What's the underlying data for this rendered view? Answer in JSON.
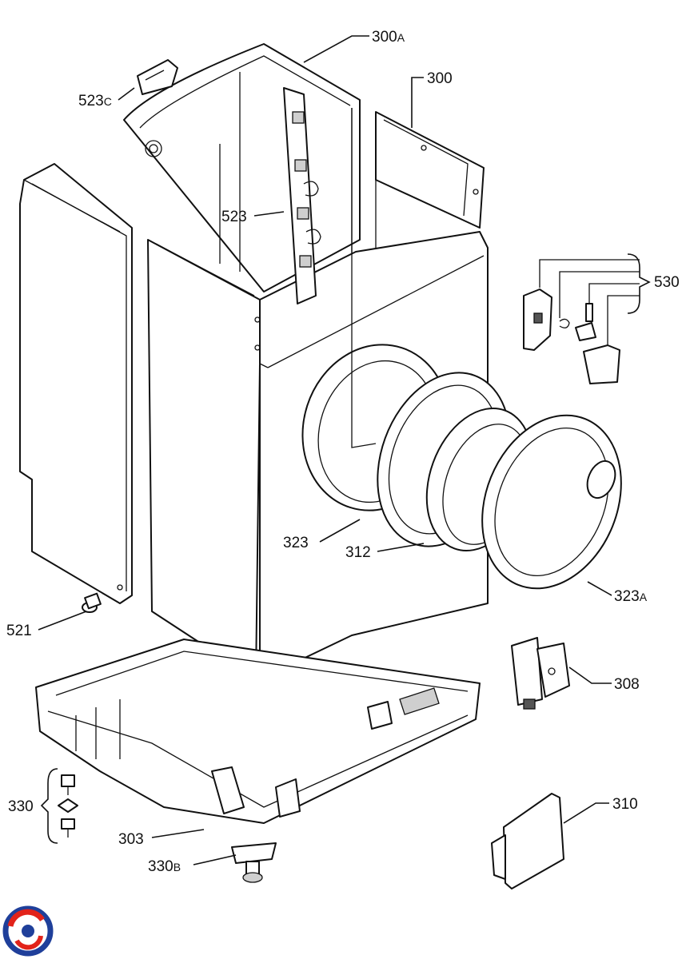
{
  "labels": {
    "l300A": {
      "num": "300",
      "suffix": "A"
    },
    "l300": {
      "num": "300"
    },
    "l523C": {
      "num": "523",
      "suffix": "C"
    },
    "l523": {
      "num": "523"
    },
    "l530": {
      "num": "530"
    },
    "l323": {
      "num": "323"
    },
    "l312": {
      "num": "312"
    },
    "l323A": {
      "num": "323",
      "suffix": "A"
    },
    "l521": {
      "num": "521"
    },
    "l308": {
      "num": "308"
    },
    "l330": {
      "num": "330"
    },
    "l303": {
      "num": "303"
    },
    "l330B": {
      "num": "330",
      "suffix": "B"
    },
    "l310": {
      "num": "310"
    }
  },
  "logo": {
    "colors": [
      "#1f3f9a",
      "#e2231a"
    ]
  }
}
